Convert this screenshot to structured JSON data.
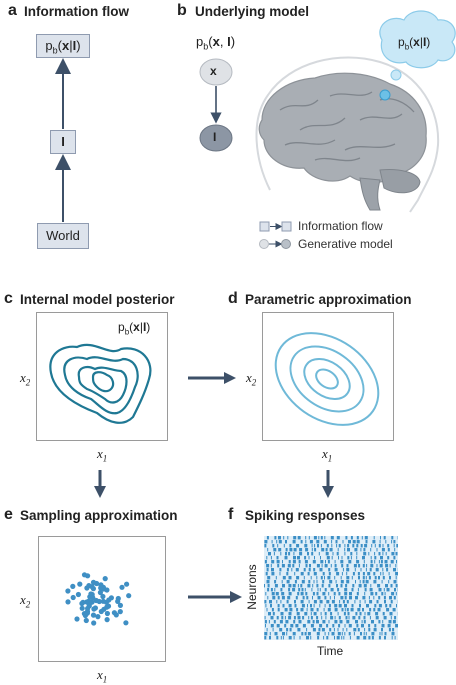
{
  "panel_a": {
    "letter": "a",
    "title": "Information flow",
    "top_box_text": "p_b(x|I)",
    "mid_box_text": "I",
    "bottom_box_text": "World"
  },
  "panel_b": {
    "letter": "b",
    "title": "Underlying model",
    "model_label": "p_b(x, I)",
    "node_x": "x",
    "node_i": "I",
    "thought_text": "p_b(x|I)",
    "legend": [
      {
        "label": "Information flow"
      },
      {
        "label": "Generative model"
      }
    ]
  },
  "panel_c": {
    "letter": "c",
    "title": "Internal model posterior",
    "plot_label": "p_b(x|I)",
    "xlabel": "x1",
    "ylabel": "x2"
  },
  "panel_d": {
    "letter": "d",
    "title": "Parametric approximation",
    "xlabel": "x1",
    "ylabel": "x2"
  },
  "panel_e": {
    "letter": "e",
    "title": "Sampling approximation",
    "xlabel": "x1",
    "ylabel": "x2"
  },
  "panel_f": {
    "letter": "f",
    "title": "Spiking responses",
    "xlabel": "Time",
    "ylabel": "Neurons"
  },
  "colors": {
    "box_fill": "#dde3ec",
    "arrow": "#3d5068",
    "posterior": "#1f7894",
    "parametric": "#6fb9d8",
    "samples": "#3f8fc4",
    "spikes": "#3c8fc6",
    "cloud": "#c9e8f7"
  }
}
